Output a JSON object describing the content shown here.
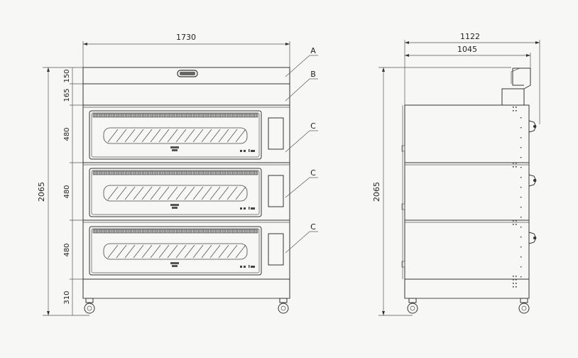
{
  "front_view": {
    "width_label": "1730",
    "height_total_label": "2065",
    "section_heights": [
      "150",
      "165",
      "480",
      "480",
      "480",
      "310"
    ],
    "callouts": [
      "A",
      "B",
      "C",
      "C",
      "C"
    ]
  },
  "side_view": {
    "depth_outer_label": "1122",
    "depth_inner_label": "1045",
    "height_total_label": "2065"
  }
}
